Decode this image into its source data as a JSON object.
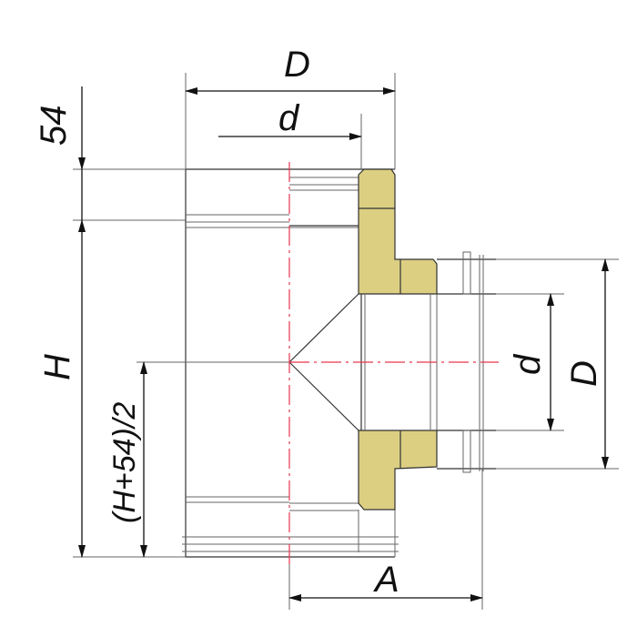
{
  "labels": {
    "outer_diameter_top": "D",
    "inner_diameter_top": "d",
    "top_offset": "54",
    "height": "H",
    "branch_height": "(H+54)/2",
    "inner_diameter_branch": "d",
    "outer_diameter_branch": "D",
    "branch_length": "A"
  },
  "colors": {
    "insulation": "#dccf82",
    "axis": "#e8364c"
  }
}
